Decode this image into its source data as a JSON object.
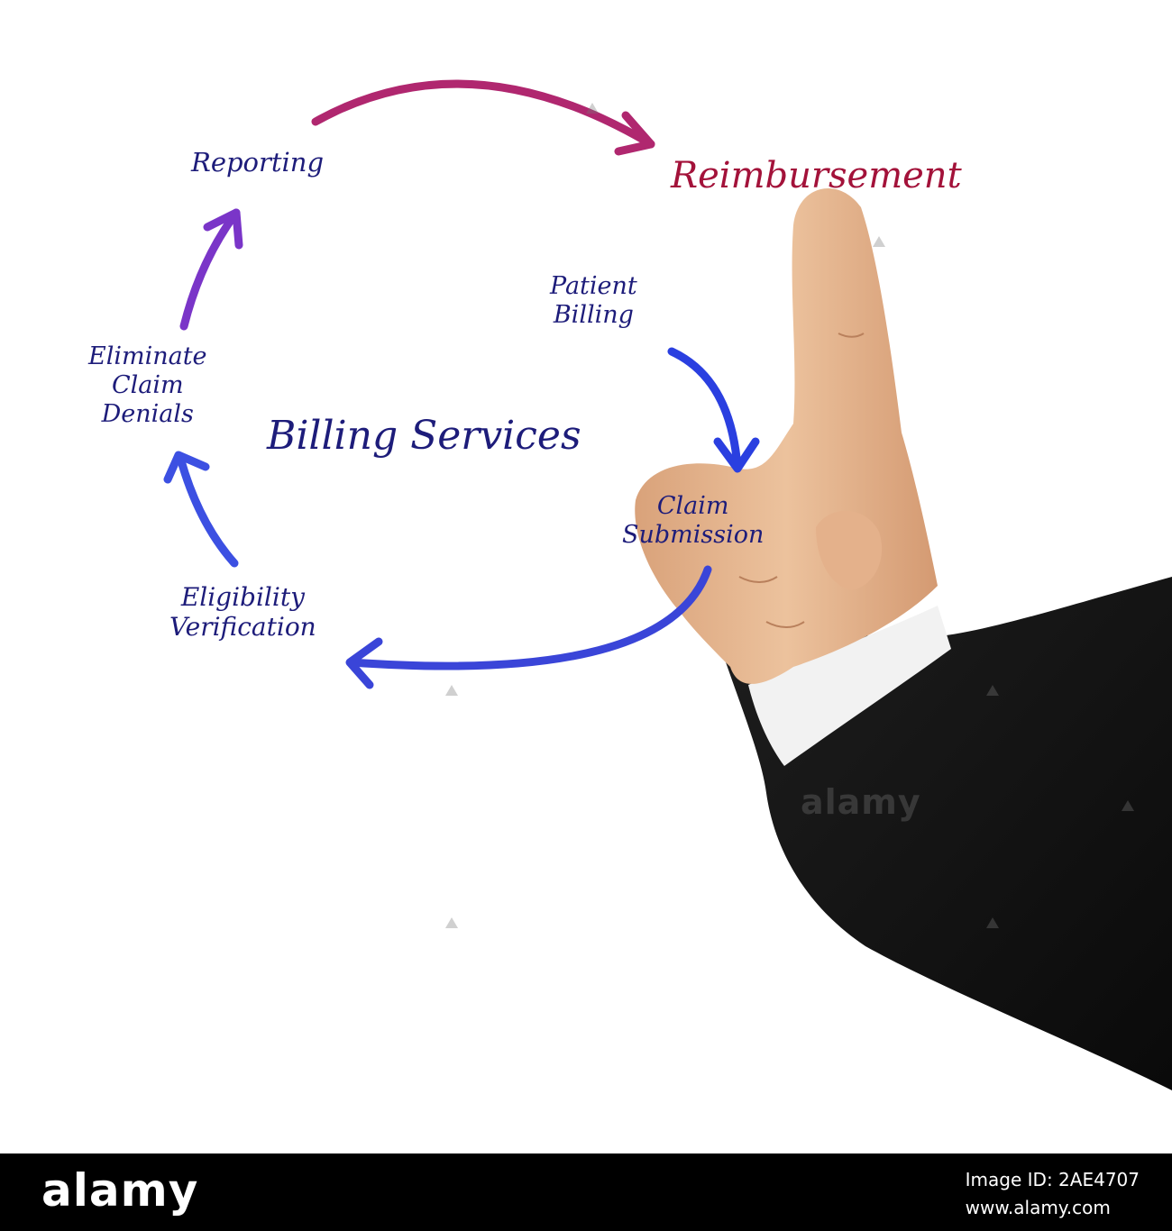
{
  "diagram": {
    "center_label": "Billing Services",
    "nodes": [
      {
        "id": "reporting",
        "label_lines": [
          "Reporting"
        ]
      },
      {
        "id": "reimbursement",
        "label_lines": [
          "Reimbursement"
        ]
      },
      {
        "id": "patient-billing",
        "label_lines": [
          "Patient",
          "Billing"
        ]
      },
      {
        "id": "claim-submission",
        "label_lines": [
          "Claim",
          "Submission"
        ]
      },
      {
        "id": "eligibility-verification",
        "label_lines": [
          "Eligibility",
          "Verification"
        ]
      },
      {
        "id": "eliminate-claim-denials",
        "label_lines": [
          "Eliminate",
          "Claim",
          "Denials"
        ]
      }
    ],
    "flow": [
      {
        "from": "patient-billing",
        "to": "claim-submission",
        "color": "#2a3fe0"
      },
      {
        "from": "claim-submission",
        "to": "eligibility-verification",
        "color": "#3a45d8"
      },
      {
        "from": "eligibility-verification",
        "to": "eliminate-claim-denials",
        "color": "#3c50e2"
      },
      {
        "from": "eliminate-claim-denials",
        "to": "reporting",
        "color": "#7a35c8"
      },
      {
        "from": "reporting",
        "to": "reimbursement",
        "color": "#b0276f"
      }
    ],
    "colors": {
      "label": "#1d1c7a",
      "highlight": "#a3123a",
      "sleeve": "#141414",
      "skin": "#e2b48f"
    }
  },
  "watermark": {
    "text": "alamy"
  },
  "footer": {
    "logo": "alamy",
    "image_id": "Image ID: 2AE4707",
    "site": "www.alamy.com"
  }
}
